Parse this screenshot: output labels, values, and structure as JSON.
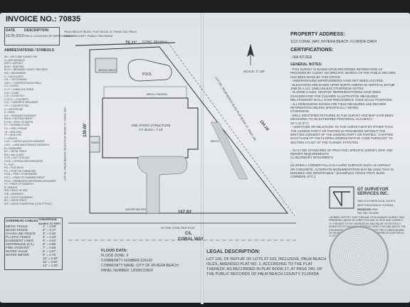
{
  "invoice": "INVOICE NO.: 70835",
  "date_block": {
    "date_label": "DATE",
    "date_value": "10-26-2022",
    "desc_label": "DESCRIPTION",
    "desc_value": "FIELD LOCATION OF IMPROVEMENTS"
  },
  "plat_note": "PALM BEACH ISLES, PLAT BOOK 27, PAGE 240, PALM BEACH COUNTY PUBLIC RECORDS",
  "abbrev_title": "ABBREVIATIONS / SYMBOLS",
  "abbreviations": [
    "A/C = AIR CONDITIONING UNIT",
    "A = ARC DISTANCE",
    "ASPH = ASPHALT",
    "BLDG = BUILDING",
    "B.C.R. = BROWARD COUNTY RECORDS",
    "B.M. = BENCHMARK",
    "C = CALCULATED",
    "C.B. = CATCH BASIN",
    "C.B.S. = CONCRETE BLOCK WALL",
    "CH = CHORD",
    "C.L.F. = CHAIN LINK FENCE",
    "CLR = CLEAR",
    "C.O. = CLEAN OUT",
    "C.O.N.C. = CONCRETE",
    "C.M. = CONCRETE MONUMENT",
    "C.P. = CONCRETE PAD",
    "C = CENTERLINE",
    "D = DEED",
    "D.E. = DRAINAGE EASEMENT",
    "ENCH = ENCROACHMENT",
    "E.O.W. = EDGE OF WATER",
    "F.F. = FINISHED FLOOR",
    "F.H. = FIRE HYDRANT",
    "I.R. = IRON ROD",
    "I.P. = IRON PIPE",
    "L = LENGTH",
    "L.A.E. = LIMITED ACCESS EASEMENT",
    "L.M.E. = LAKE MAINTENANCE EASEMENT",
    "M = MEASURED",
    "M.F. = METAL FENCE",
    "N/D = NAIL & DISK",
    "N.T.S. = NOT TO SCALE",
    "O.R.B. = OFFICIAL RECORDS BOOK",
    "P = PLAT",
    "P.B. = PLAT BOOK",
    "P.C. = POINT OF CURVATURE",
    "P.O.B. = POINT OF BEGINNING",
    "P.O.C. = POINT OF COMMENCEMENT",
    "P.R.M. = PERMANENT REFERENCE MONUMENT",
    "P.T. = POINT OF TANGENCY",
    "R = RADIUS",
    "R/W = RIGHT OF WAY",
    "S.W. = SIDEWALK",
    "U.E. = UTILITY EASEMENT",
    "W.F. = WOOD FENCE",
    "W.P. = WOOD POWER POLE (UTILITY POLE)"
  ],
  "legend": {
    "title_a": "OVERHEAD CABLES",
    "title_b": "CONVERSION INCHES TO FEET",
    "rows": [
      {
        "label": "METAL FENCE",
        "conv": "1\" = 0.08'"
      },
      {
        "label": "WOOD FENCE",
        "conv": "2\" = 0.17'"
      },
      {
        "label": "CHAIN LINK FENCE",
        "conv": "3\" = 0.25'"
      },
      {
        "label": "PLASTIC FENCE",
        "conv": "4\" = 0.33'"
      },
      {
        "label": "EASEMENT LINES",
        "conv": "5\" = 0.42'"
      },
      {
        "label": "CENTERLINE (C/L)",
        "conv": "6\" = 0.50'"
      },
      {
        "label": "FIRE HYDRANT",
        "conv": "7\" = 0.58'"
      },
      {
        "label": "WATER VALVE",
        "conv": "8\" = 0.67'"
      },
      {
        "label": "WATER METER",
        "conv": "9\" = 0.75'"
      },
      {
        "label": "",
        "conv": "10\" = 0.83'"
      },
      {
        "label": "",
        "conv": "11\" = 0.92'"
      },
      {
        "label": "",
        "conv": "12\" = 1.00'"
      }
    ]
  },
  "flood": {
    "title": "FLOOD DATA:",
    "zone": "FLOOD ZONE: X",
    "community": "COMMUNITY NUMBER:125142",
    "community_name": "COMMUNITY NAME: CITY OF RIVIERA BEACH",
    "panel": "PANEL NUMBER: 12099C0391F"
  },
  "plan": {
    "conc_seawall": "CONC. SEAWALL",
    "top_dim": "75.11'",
    "wood_deck": "WOOD DECK",
    "pool": "POOL",
    "brick_pavers": "BRICK PAVERS",
    "structure": "ONE STORY STRUCTURE F.F. ELEV.= 7.10'",
    "left_dim": "130.00'",
    "bottom_dim": "157.93'",
    "diag_dim": "154.16'",
    "water_meter": "WATER METER",
    "road": "CORAL WAY",
    "road_row": "40' R/W TOTAL PER PLAT",
    "cl_label": "C/L",
    "lot_left": "LOT 99, PALM BEACH ISLES PLAT BOOK 27, PAGE 240",
    "lot_right": "LOT 101, PALM BEACH ISLES PLAT BOOK 27, PAGE 240",
    "brick": "BRICK",
    "shed": "SHED",
    "scale": "SCALE: 1\"=30'"
  },
  "property": {
    "label": "PROPERTY ADDRESS:",
    "address": "1112 CORAL WAY, RIVIERA BEACH, FLORIDA 33404"
  },
  "certifications": {
    "label": "CERTIFICATIONS:",
    "items": [
      "- IRA KITZER"
    ]
  },
  "general_notes": {
    "label": "GENERAL NOTES:",
    "lines": [
      "- THIS SURVEY IS BASED UPON RECORDED INFORMATION AS",
      "PROVIDED BY CLIENT. NO SPECIFIC SEARCH OF THE PUBLIC RECORD",
      "HAS BEEN MADE BY THIS OFFICE.",
      "- UNDERGROUND IMPROVEMENTS HAVE NOT BEEN LOCATED.",
      "- ELEVATIONS ARE BASED UPON NORTH AMERICAN VERTICAL DATUM",
      "1988 (N.A.V.D. 1988) UNLESS OTHERWISE NOTED.",
      "- IN SOME CASES, GRAPHIC REPRESENTATIONS HAVE BEEN",
      "EXAGGERATED FOR CLEARER ILLUSTRATION. MEASURED",
      "RELATIONSHIP SHALL HAVE PRECEDENCE OVER SCALE POSITIONS.",
      "- ALL DIMENSIONS SHOWN ARE FIELD MEASURED AND RECORD",
      "INFORMATION UNLESS SPECIFICALLY NOTED",
      "OTHERWISE.",
      "- WELL-IDENTIFIED FEATURES IN THIS SURVEY AND MAP HAVE BEEN",
      "MEASURED TO AN ESTIMATED POSITIONAL ACCURACY",
      "OF 0.10 (FT.)",
      "- \"ADDITIONS OR DELETIONS TO THIS SURVEY MAP BY OTHER THAN",
      "THE SIGNING PARTY OR PARTIES IS PROHIBITED WITHOUT THE",
      "WRITTEN CONSENT OF THE SIGNING PARTY OR PARTIES.\" CHAPTER",
      "61G17-6.005 OF THE FLORIDA ADMINISTRATIVE CODE PURSUANT TO",
      "SECTION 472.027 OF THE FLORIDA STATUTES",
      "",
      "- \"5J-17.052 STANDARDS OF PRACTICE; SPECIFIC SURVEY, MAP, AND",
      "REPORT REQUIREMENTS:",
      "(1) BOUNDARY MONUMENTS",
      "...",
      "(2) WHEN A CORNER FALLS IN A HARD SURFACE SUCH AS ASPHALT",
      "OR CONCRETE, ALTERNATE MONUMENTATION MAY BE USED THAT IS",
      "DURABLE AND IDENTIFIABLE.\" (EXAMPLES: FENCE POST, BLDG.",
      "CORNERS, ETC.)"
    ]
  },
  "company": {
    "name": "GT SURVEYOR SERVICES INC.",
    "address": "1860 SOUTHERN BLVD, SUITE 6 WEST PALM BEACH, FLORIDA 33406-3337",
    "phone": "PH: 561-753-9992",
    "fax": "FAX: 561-753-6042"
  },
  "certify_text": "I HEREBY CERTIFY THAT THIS MAP OF BOUNDARY SURVEY WAS PREPARED UNDER MY DIRECTION AND IS TRUE AND CORRECT TO THE BEST OF MY KNOWLEDGE AND BELIEF AS RECENTLY SURVEYED IN THE FIELD UNDER MY DIRECTION AND MEETS THE STANDARDS OF PRACTICE SET FORTH BY THE FLORIDA BOARD OF PROFESSIONAL SURVEYORS AND MAPPERS IN CHAPTER 5J-17 OF THE FLORIDA ADMINISTRATIVE CODE",
  "legal": {
    "label": "LEGAL DESCRIPTION:",
    "lines": [
      "LOT 100, OF REPLAT OF LOTS 97-103, INCLUSIVE, PALM BEACH",
      "ISLES, AMENDED PLAT NO. 2, ACCORDING TO THE PLAT",
      "THEREOF, AS RECORDED IN PLAT BOOK 27, AT PAGE 240, OF",
      "THE PUBLIC RECORDS OF PALM BEACH COUNTY, FLORIDA"
    ]
  }
}
